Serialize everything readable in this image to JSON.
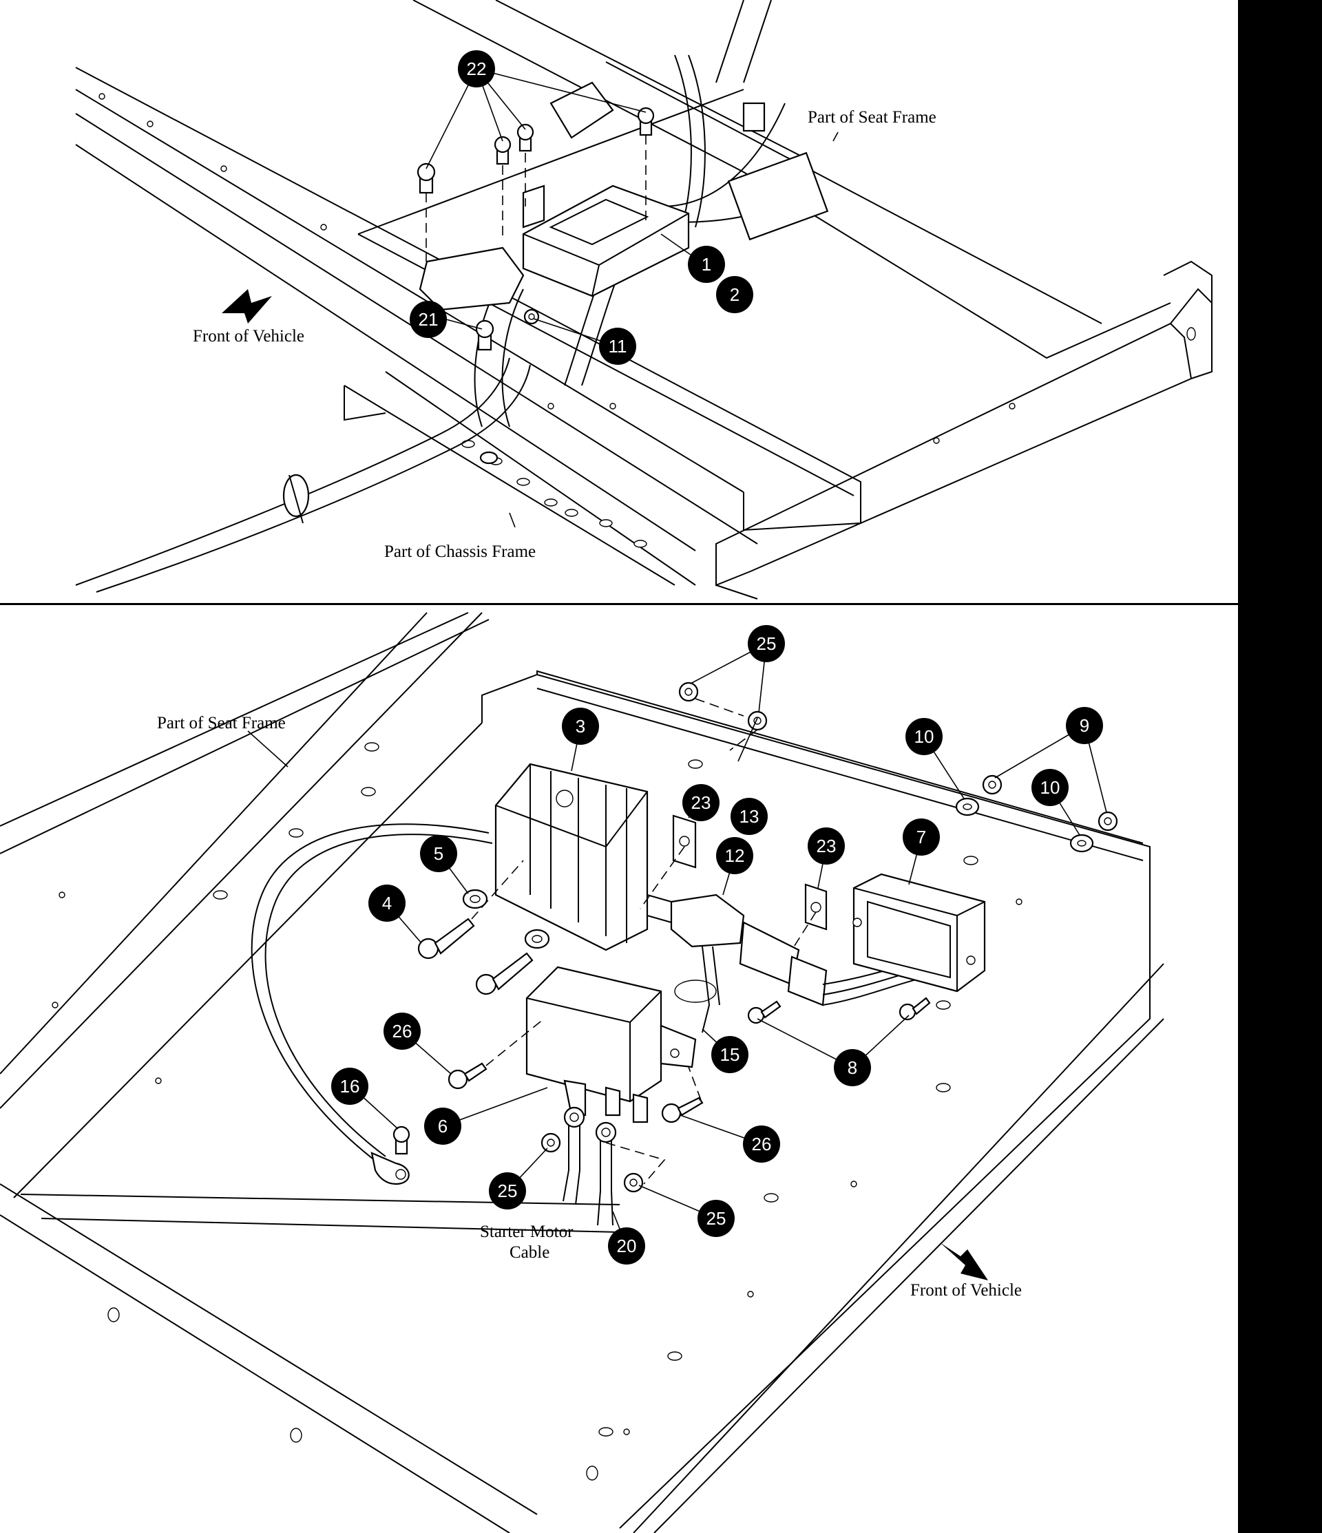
{
  "top_view": {
    "labels": {
      "seat_frame": "Part of Seat Frame",
      "front_of_vehicle": "Front of Vehicle",
      "chassis_frame": "Part of Chassis Frame"
    },
    "callouts": [
      "22",
      "1",
      "2",
      "21",
      "11"
    ]
  },
  "bottom_view": {
    "labels": {
      "seat_frame": "Part of Seat Frame",
      "front_of_vehicle": "Front of Vehicle",
      "starter_motor_cable_line1": "Starter Motor",
      "starter_motor_cable_line2": "Cable"
    },
    "callouts": [
      "25",
      "3",
      "10",
      "9",
      "10",
      "23",
      "13",
      "12",
      "23",
      "7",
      "5",
      "4",
      "26",
      "16",
      "6",
      "15",
      "8",
      "26",
      "25",
      "25",
      "20"
    ]
  }
}
